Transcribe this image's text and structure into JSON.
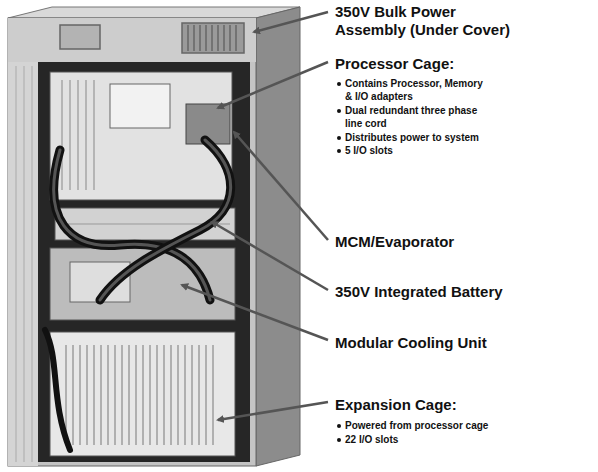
{
  "diagram": {
    "labels": [
      "350V Bulk Power Assembly (Under Cover)",
      "Processor Cage:",
      "Contains Processor, Memory & I/O adapters",
      "Dual redundant three phase line cord",
      "Distributes power to system",
      "5 I/O slots",
      "MCM/Evaporator",
      "350V Integrated Battery",
      "Modular Cooling Unit",
      "Expansion Cage:",
      "Powered from processor cage",
      "22 I/O slots"
    ]
  }
}
